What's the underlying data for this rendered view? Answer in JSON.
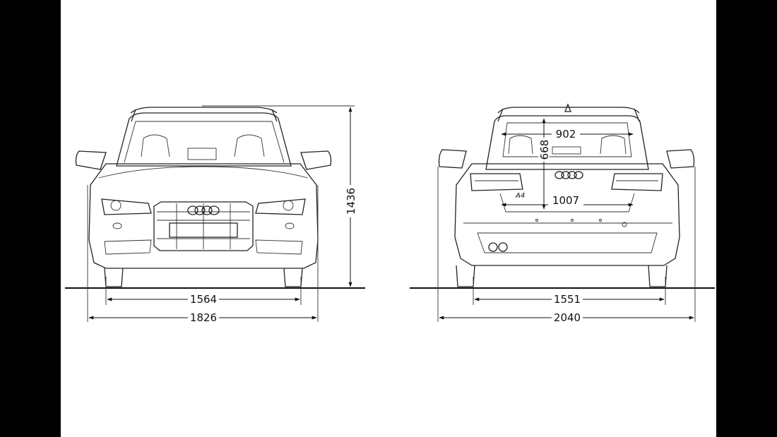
{
  "diagram": {
    "front_view": {
      "track_width": "1564",
      "overall_width": "1826",
      "height": "1436"
    },
    "rear_view": {
      "track_width": "1551",
      "width_with_mirrors": "2040",
      "loading_opening_top_width": "902",
      "loading_opening_bottom_width": "1007",
      "loading_opening_height": "668"
    },
    "badge": "A4"
  }
}
